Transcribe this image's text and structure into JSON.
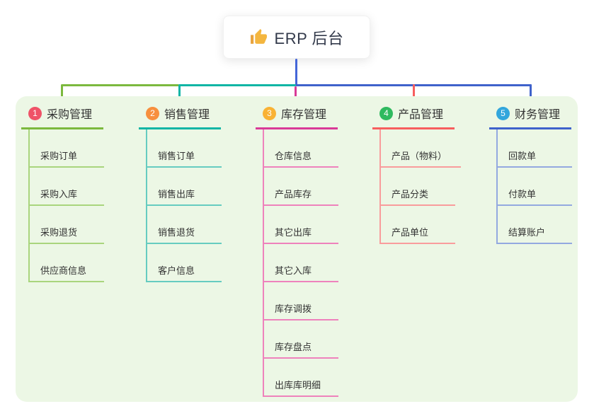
{
  "root": {
    "icon": "thumbs-up-icon",
    "label": "ERP 后台",
    "icon_color": "#F4B63F"
  },
  "panel": {
    "background": "#ECF7E5"
  },
  "connectors": {
    "root_color": "#4466D8"
  },
  "branches": [
    {
      "num": "1",
      "label": "采购管理",
      "badge_color": "#EF5368",
      "color": "#7CB93E",
      "line_color": "#A9D57D",
      "items": [
        "采购订单",
        "采购入库",
        "采购退货",
        "供应商信息"
      ]
    },
    {
      "num": "2",
      "label": "销售管理",
      "badge_color": "#F78F3E",
      "color": "#10B5A5",
      "line_color": "#66CCC0",
      "items": [
        "销售订单",
        "销售出库",
        "销售退货",
        "客户信息"
      ]
    },
    {
      "num": "3",
      "label": "库存管理",
      "badge_color": "#F9B234",
      "color": "#D93A97",
      "line_color": "#EE82BC",
      "items": [
        "仓库信息",
        "产品库存",
        "其它出库",
        "其它入库",
        "库存调拨",
        "库存盘点",
        "出库库明细"
      ]
    },
    {
      "num": "4",
      "label": "产品管理",
      "badge_color": "#2FBA5F",
      "color": "#F75E5E",
      "line_color": "#F99C9C",
      "items": [
        "产品（物料）",
        "产品分类",
        "产品单位"
      ]
    },
    {
      "num": "5",
      "label": "财务管理",
      "badge_color": "#32A6DC",
      "color": "#3F62CB",
      "line_color": "#93A9E0",
      "items": [
        "回款单",
        "付款单",
        "结算账户"
      ]
    }
  ]
}
